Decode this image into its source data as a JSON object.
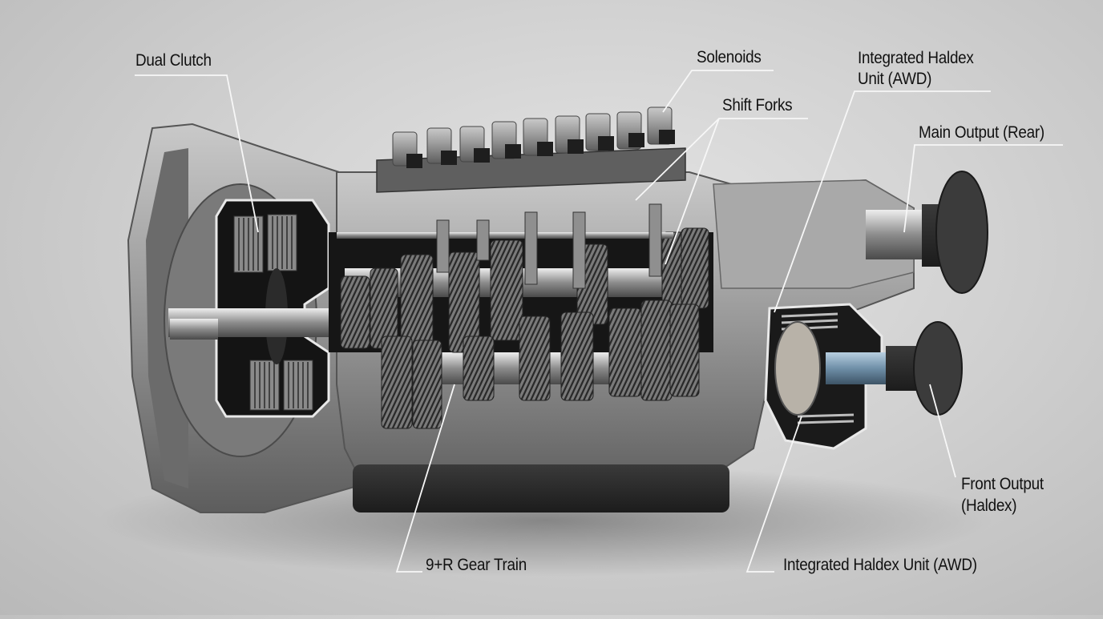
{
  "figure": {
    "subject": "Dual-clutch 9-speed transmission cutaway with integrated Haldex AWD unit",
    "background_color": "#d0d0d0",
    "text_color": "#111111",
    "leader_line_color": "#f7f7f7"
  },
  "labels": {
    "dual_clutch": "Dual Clutch",
    "solenoids": "Solenoids",
    "shift_forks": "Shift Forks",
    "haldex_top_line1": "Integrated Haldex",
    "haldex_top_line2": "Unit (AWD)",
    "main_output": "Main Output (Rear)",
    "front_output_line1": "Front Output",
    "front_output_line2": "(Haldex)",
    "gear_train": "9+R Gear Train",
    "haldex_bottom": "Integrated Haldex Unit (AWD)"
  },
  "components": {
    "solenoid_count": 9,
    "gear_count_label": "9+R"
  }
}
